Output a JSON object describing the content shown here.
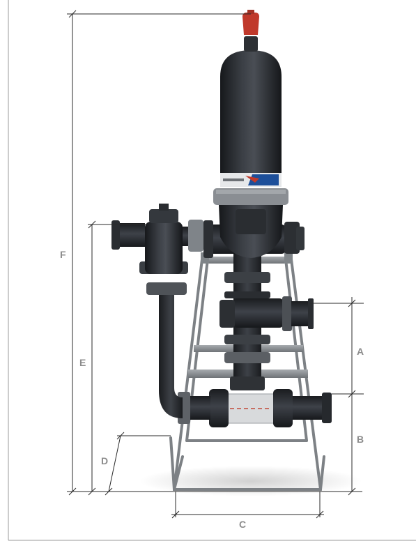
{
  "dimension_labels": {
    "a": "A",
    "b": "B",
    "c": "C",
    "d": "D",
    "e": "E",
    "f": "F"
  },
  "colors": {
    "dimension_line": "#2a2a2a",
    "label": "#8c8c8c",
    "filter_body": "#2b2e33",
    "cap_red": "#c0392b",
    "stand": "#8e9296",
    "clear_section": "#d8dadc",
    "border": "#9a9a9a"
  },
  "icons": {
    "product": "disc-filter-unit-icon",
    "air_valve": "air-valve-icon"
  }
}
